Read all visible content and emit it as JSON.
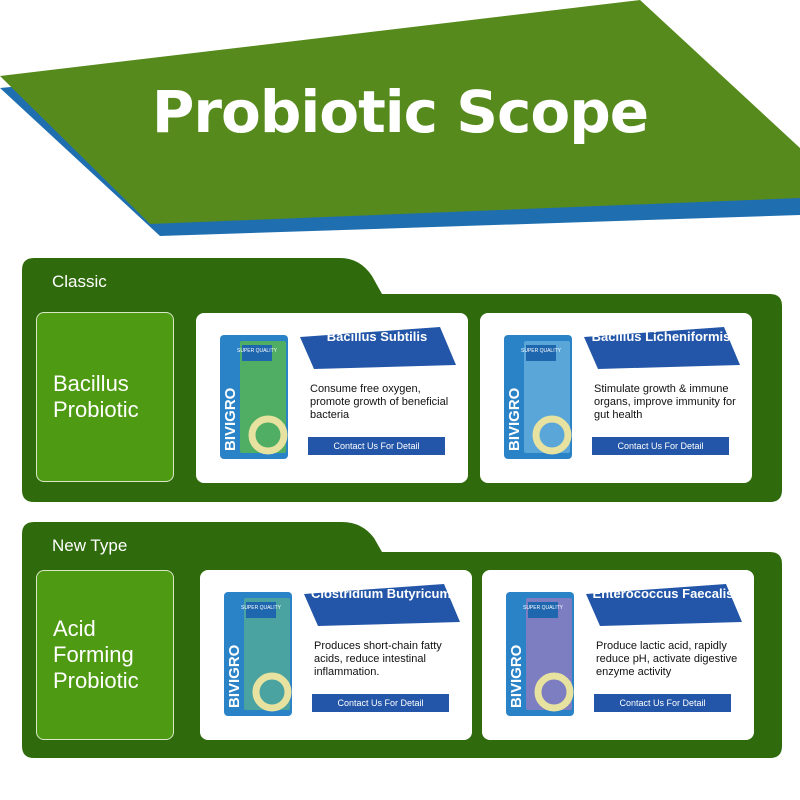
{
  "banner": {
    "title": "Probiotic Scope",
    "colors": {
      "green": "#568a1c",
      "blue": "#1f6fb0"
    }
  },
  "colors": {
    "panel_dark_green": "#2f6a0c",
    "category_green": "#4e9a12",
    "tag_blue": "#2356a8",
    "button_blue": "#2356a8"
  },
  "sections": [
    {
      "label": "Classic",
      "category": "Bacillus Probiotic",
      "products": [
        {
          "brand": "BIVIGRO",
          "badge": "SUPER QUALITY",
          "name": "Bacillus Subtilis",
          "description": "Consume free oxygen, promote growth of beneficial bacteria",
          "button": "Contact Us For Detail",
          "bag_color": "#4fae63"
        },
        {
          "brand": "BIVIGRO",
          "badge": "SUPER QUALITY",
          "name": "Bacillus Licheniformis",
          "description": "Stimulate growth & immune organs, improve immunity for gut health",
          "button": "Contact Us For Detail",
          "bag_color": "#5aa6d9"
        }
      ]
    },
    {
      "label": "New Type",
      "category": "Acid Forming Probiotic",
      "products": [
        {
          "brand": "BIVIGRO",
          "badge": "SUPER QUALITY",
          "name": "Clostridium Butyricum",
          "description": "Produces short-chain fatty acids, reduce intestinal inflammation.",
          "button": "Contact Us For Detail",
          "bag_color": "#4aa3a0"
        },
        {
          "brand": "BIVIGRO",
          "badge": "SUPER QUALITY",
          "name": "Enterococcus Faecalis",
          "description": "Produce lactic acid, rapidly reduce pH, activate digestive enzyme activity",
          "button": "Contact Us For Detail",
          "bag_color": "#7d7dc2"
        }
      ]
    }
  ]
}
